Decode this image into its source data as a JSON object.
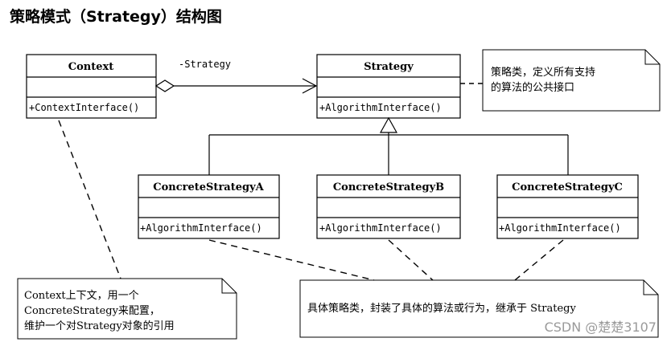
{
  "title": "策略模式（Strategy）结构图",
  "classes": {
    "context": {
      "name": "Context",
      "operation": "+ContextInterface()"
    },
    "strategy": {
      "name": "Strategy",
      "operation": "+AlgorithmInterface()"
    },
    "concrete_a": {
      "name": "ConcreteStrategyA",
      "operation": "+AlgorithmInterface()"
    },
    "concrete_b": {
      "name": "ConcreteStrategyB",
      "operation": "+AlgorithmInterface()"
    },
    "concrete_c": {
      "name": "ConcreteStrategyC",
      "operation": "+AlgorithmInterface()"
    }
  },
  "association_label": "-Strategy",
  "notes": {
    "strategy_note": [
      "策略类，定义所有支持",
      "的算法的公共接口"
    ],
    "context_note": [
      "Context上下文，用一个",
      "ConcreteStrategy来配置，",
      "维护一个对Strategy对象的引用"
    ],
    "concrete_note": [
      "具体策略类，封装了具体的算法或行为，继承于 Strategy"
    ]
  },
  "watermark": "CSDN @楚楚3107"
}
